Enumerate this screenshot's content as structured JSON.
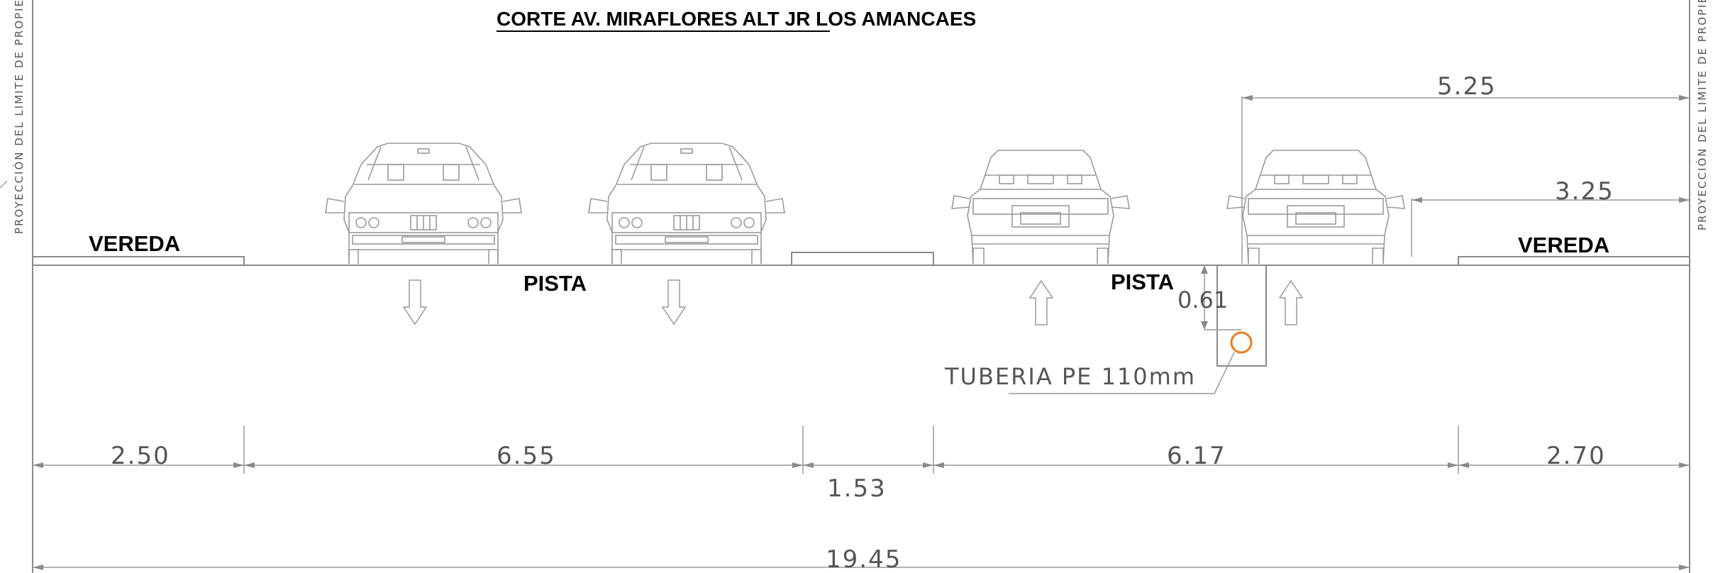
{
  "title": "CORTE  AV. MIRAFLORES ALT JR LOS AMANCAES",
  "property_limit_label": "PROYECCIÓN DEL LIMITE DE PROPIEDAD",
  "labels": {
    "sidewalk_left": "VEREDA",
    "sidewalk_right": "VEREDA",
    "road_left": "PISTA",
    "road_right": "PISTA"
  },
  "pipe": {
    "label": "TUBERIA PE 110mm",
    "depth": "0.61",
    "color": "#e87d1e"
  },
  "top_dimensions": {
    "upper": "5.25",
    "lower": "3.25"
  },
  "bottom_dimensions": {
    "segments": [
      "2.50",
      "6.55",
      "1.53",
      "6.17",
      "2.70"
    ],
    "total": "19.45"
  }
}
